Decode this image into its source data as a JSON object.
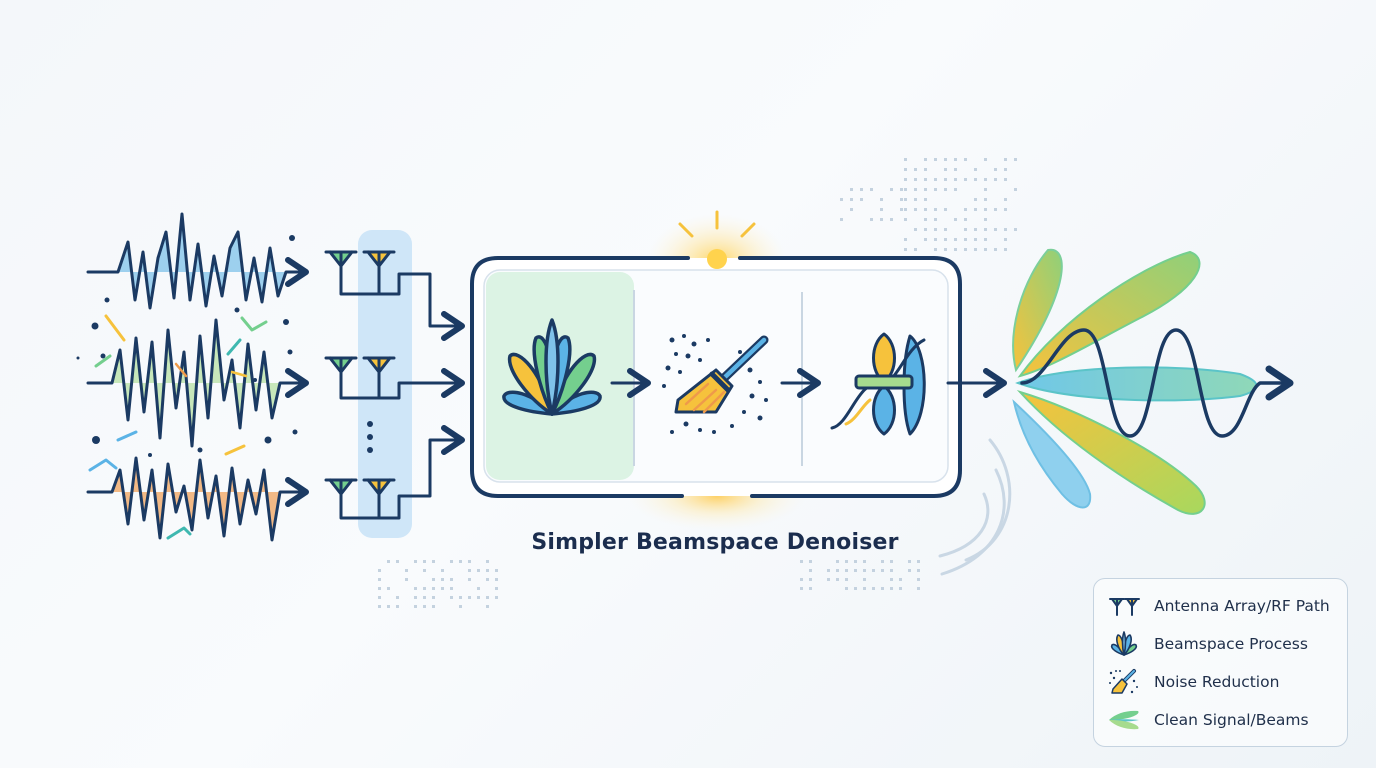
{
  "title": "Simpler Beamspace Denoiser",
  "legend": {
    "items": [
      {
        "label": "Antenna Array/RF Path",
        "icon": "antenna-icon"
      },
      {
        "label": "Beamspace Process",
        "icon": "beamspace-fan-icon"
      },
      {
        "label": "Noise Reduction",
        "icon": "broom-icon"
      },
      {
        "label": "Clean Signal/Beams",
        "icon": "beam-lobes-icon"
      }
    ]
  },
  "colors": {
    "navy": "#1b3a63",
    "blue": "#5bb3e6",
    "light_blue": "#cfe6f8",
    "green": "#74cf8e",
    "light_green": "#dcf3e4",
    "yellow": "#f6c23c",
    "orange": "#ef9a4a",
    "teal": "#3fb8b0"
  }
}
